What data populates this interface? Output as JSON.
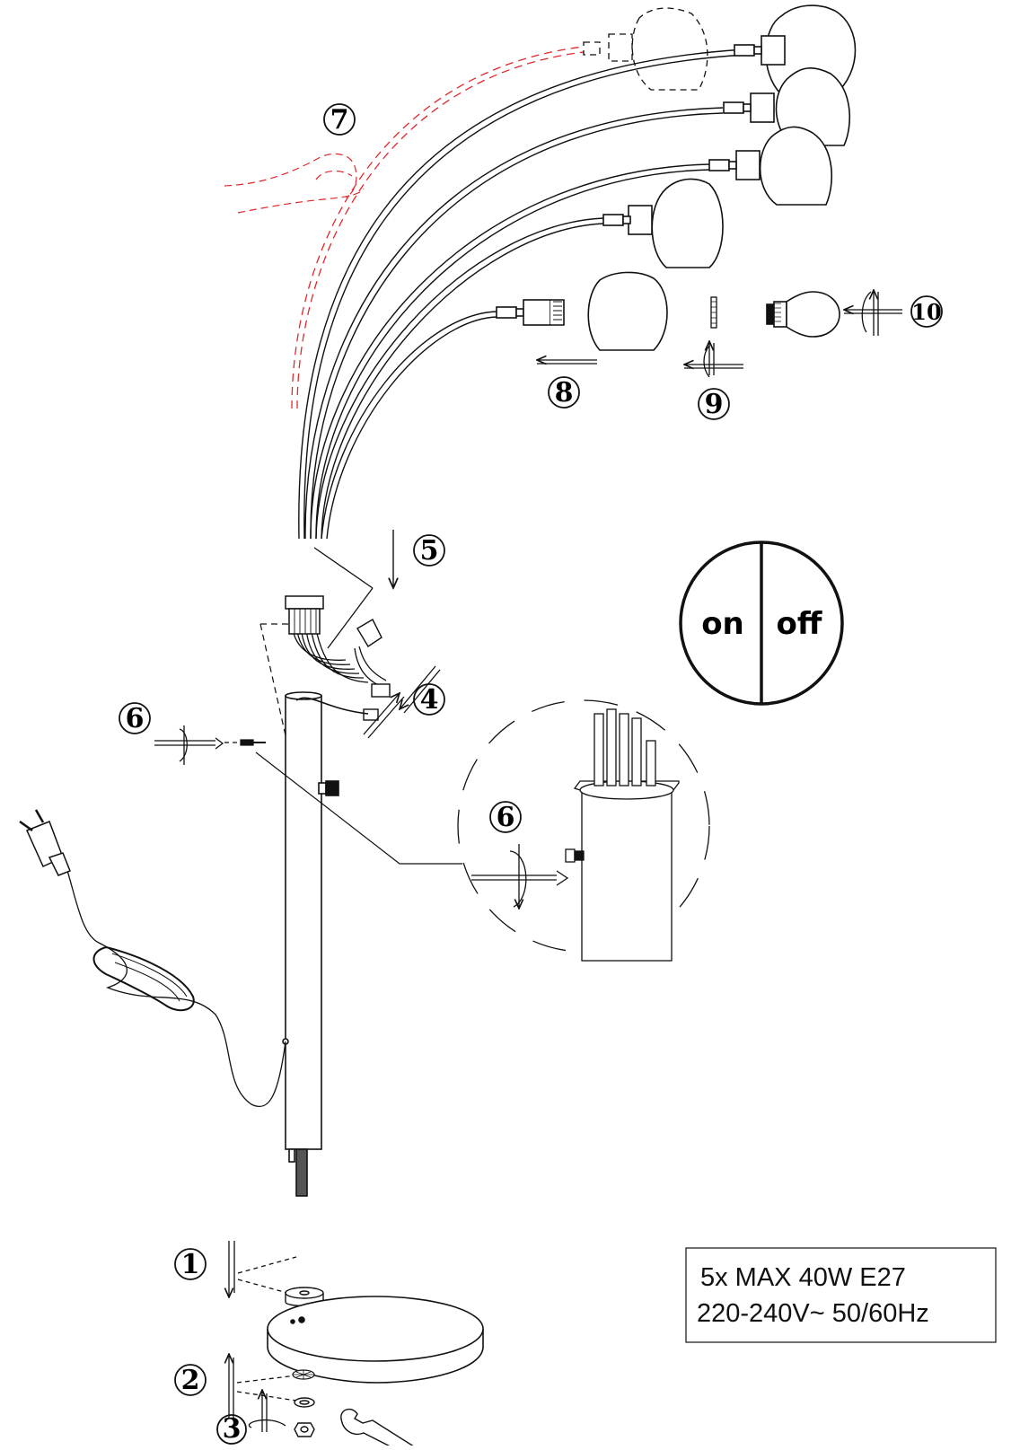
{
  "steps": {
    "s1": "1",
    "s2": "2",
    "s3": "3",
    "s4": "4",
    "s5": "5",
    "s6a": "6",
    "s6b": "6",
    "s7": "7",
    "s8": "8",
    "s9": "9",
    "s10": "10"
  },
  "switch": {
    "on_label": "on",
    "off_label": "off"
  },
  "spec": {
    "line1": "5x MAX 40W E27",
    "line2": "220-240V~ 50/60Hz"
  },
  "colors": {
    "ink": "#111111",
    "red_dashed": "#e0282d"
  }
}
